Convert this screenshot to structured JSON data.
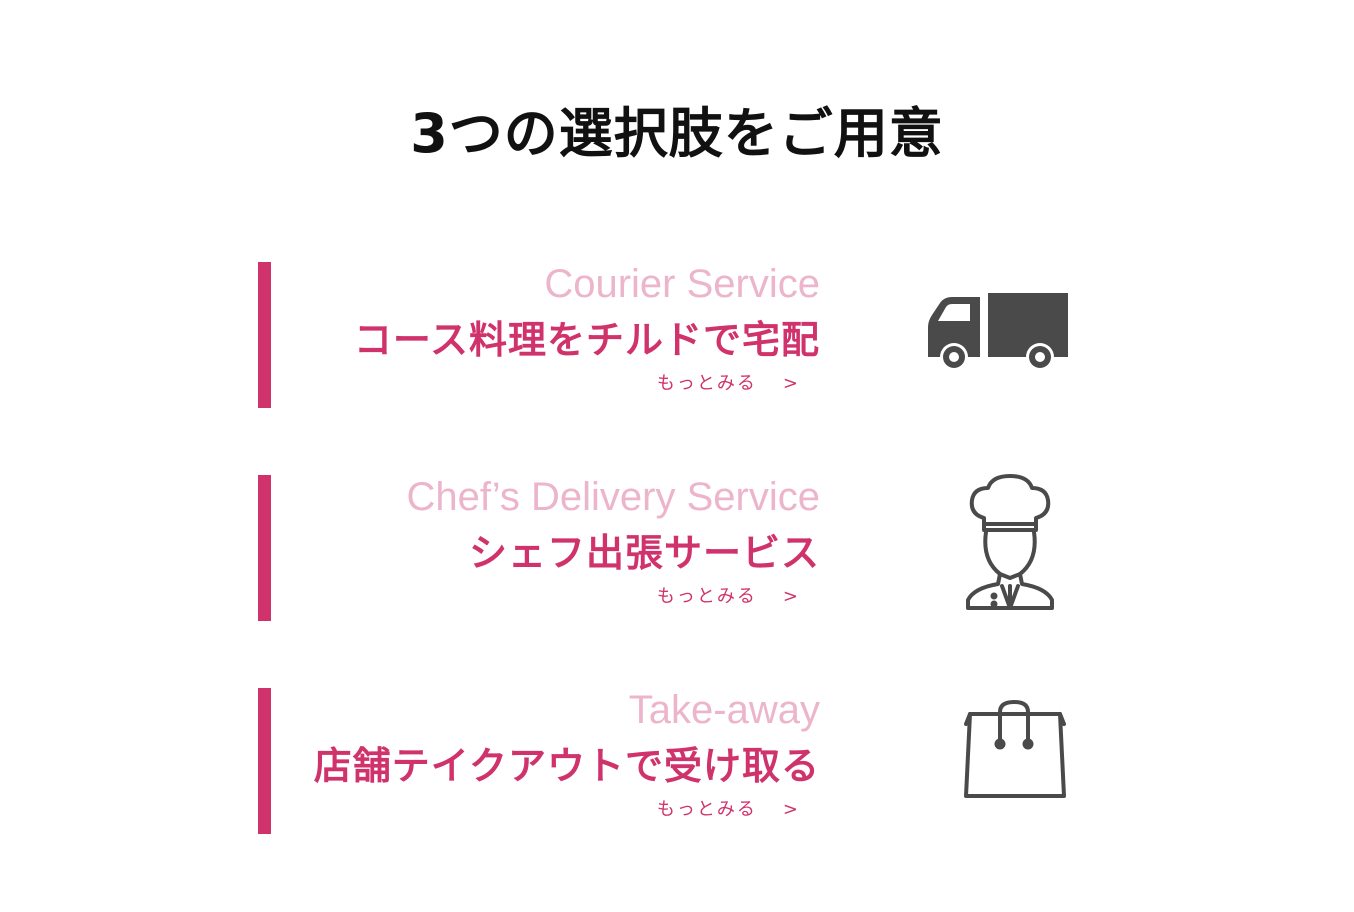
{
  "title": "3つの選択肢をご用意",
  "services": [
    {
      "en": "Courier Service",
      "ja": "コース料理をチルドで宅配",
      "more": "もっとみる",
      "arrow": ">",
      "icon": "truck-icon"
    },
    {
      "en": "Chef’s Delivery Service",
      "ja": "シェフ出張サービス",
      "more": "もっとみる",
      "arrow": ">",
      "icon": "chef-icon"
    },
    {
      "en": "Take-away",
      "ja": "店舗テイクアウトで受け取る",
      "more": "もっとみる",
      "arrow": ">",
      "icon": "shopping-bag-icon"
    }
  ],
  "colors": {
    "accent": "#d0336b",
    "accent_light": "#ecb5cb",
    "icon": "#4a4a4a",
    "title": "#111111"
  }
}
